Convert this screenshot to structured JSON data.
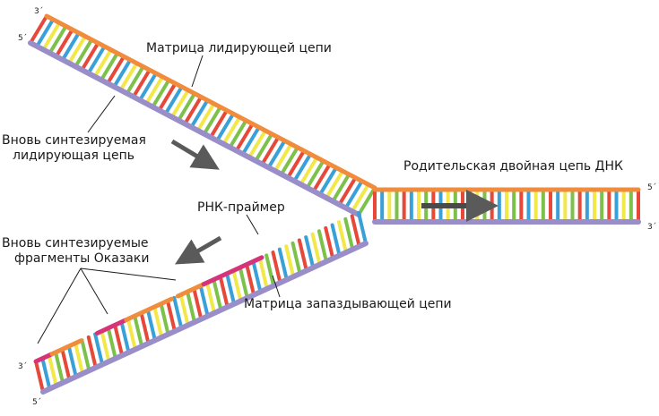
{
  "title": "Репликационная вилка ДНК",
  "labels": {
    "leading_template": "Матрица лидирующей цепи",
    "new_leading_line1": "Вновь синтезируемая",
    "new_leading_line2": "лидирующая цепь",
    "parental_duplex": "Родительская двойная цепь ДНК",
    "rna_primer": "РНК-праймер",
    "okazaki_line1": "Вновь синтезируемые",
    "okazaki_line2": "фрагменты Оказаки",
    "lagging_template": "Матрица запаздывающей цепи"
  },
  "ends": {
    "top_left_3": "3´",
    "top_left_5": "5´",
    "right_5": "5´",
    "right_3": "3´",
    "bottom_left_3": "3´",
    "bottom_left_5": "5´"
  },
  "colors": {
    "orange_backbone": "#f08c3c",
    "purple_backbone": "#9a8ec8",
    "primer_pink": "#d6337a",
    "base_red": "#e6483a",
    "base_blue": "#3aa0d8",
    "base_yellow": "#f2e84a",
    "base_green": "#7cc24a",
    "arrow_gray": "#5a5a5a"
  }
}
